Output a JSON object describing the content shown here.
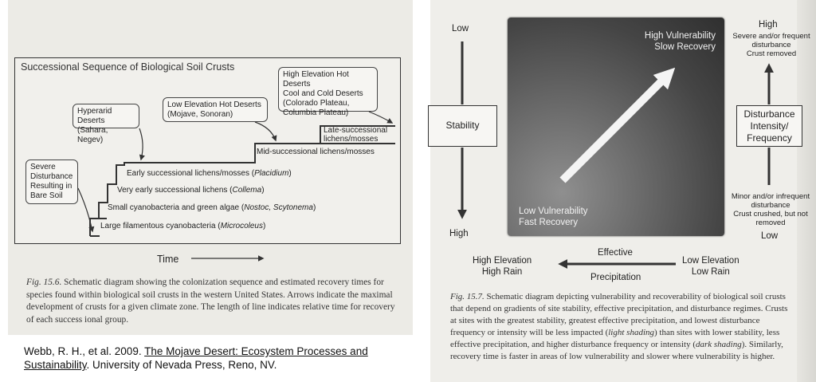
{
  "left_figure": {
    "title": "Successional Sequence of Biological Soil Crusts",
    "boxes": {
      "severe": [
        "Severe",
        "Disturbance",
        "Resulting in",
        "Bare Soil"
      ],
      "hyperarid": [
        "Hyperarid Deserts",
        "(Sahara, Negev)"
      ],
      "low_elev": [
        "Low Elevation Hot Deserts",
        "(Mojave, Sonoran)"
      ],
      "high_elev": [
        "High Elevation Hot Deserts",
        "Cool and Cold Deserts",
        "(Colorado Plateau,",
        "Columbia Plateau)"
      ]
    },
    "steps": {
      "late_1": "Late-successional",
      "late_2": "lichens/mosses",
      "mid": "Mid-successional lichens/mosses",
      "early_pre": "Early successional lichens/mosses (",
      "early_it": "Placidium",
      "early_post": ")",
      "very_early_pre": "Very early successional lichens (",
      "very_early_it": "Collema",
      "very_early_post": ")",
      "small_pre": "Small cyanobacteria and green algae (",
      "small_it": "Nostoc, Scytonema",
      "small_post": ")",
      "large_pre": "Large filamentous cyanobacteria (",
      "large_it": "Microcoleus",
      "large_post": ")"
    },
    "time_label": "Time",
    "caption_lead": "Fig. 15.6.",
    "caption_text": " Schematic diagram showing the colonization sequence and estimated recovery times for species found within biological soil crusts in the western United States. Arrows indicate the maximal development of crusts for a given climate zone. The length of line indicates relative time for recovery of each success ional group."
  },
  "citation": {
    "author": "Webb, R. H., et al.  2009.  ",
    "title": "The Mojave Desert: Ecosystem Processes and Sustainability",
    "publisher": ".  University of Nevada Press, Reno, NV."
  },
  "right_figure": {
    "stability_low": "Low",
    "stability_label": "Stability",
    "stability_high": "High",
    "high_vuln_1": "High Vulnerability",
    "high_vuln_2": "Slow Recovery",
    "low_vuln_1": "Low Vulnerability",
    "low_vuln_2": "Fast Recovery",
    "dist_high": "High",
    "dist_high_desc": [
      "Severe and/or frequent",
      "disturbance",
      "Crust removed"
    ],
    "dist_label": [
      "Disturbance",
      "Intensity/",
      "Frequency"
    ],
    "dist_low_desc": [
      "Minor and/or infrequent",
      "disturbance",
      "Crust crushed, but not",
      "removed"
    ],
    "dist_low": "Low",
    "precip_left_1": "High Elevation",
    "precip_left_2": "High Rain",
    "precip_top": "Effective",
    "precip_bottom": "Precipitation",
    "precip_right_1": "Low Elevation",
    "precip_right_2": "Low Rain",
    "caption_lead": "Fig. 15.7.",
    "caption_p1": " Schematic diagram depicting vulnerability and recoverability of biological soil crusts that depend on gradients of site stability, effective precipitation, and disturbance regimes. Crusts at sites with the greatest stability, greatest effective precipitation, and lowest disturbance frequency or intensity will be less impacted (",
    "caption_it1": "light shading",
    "caption_p2": ") than sites with lower stability, less effective precipitation, and higher disturbance frequency or intensity (",
    "caption_it2": "dark shading",
    "caption_p3": "). Similarly, recovery time is faster in areas of low vulnerability and slower where vulnerability is higher."
  }
}
